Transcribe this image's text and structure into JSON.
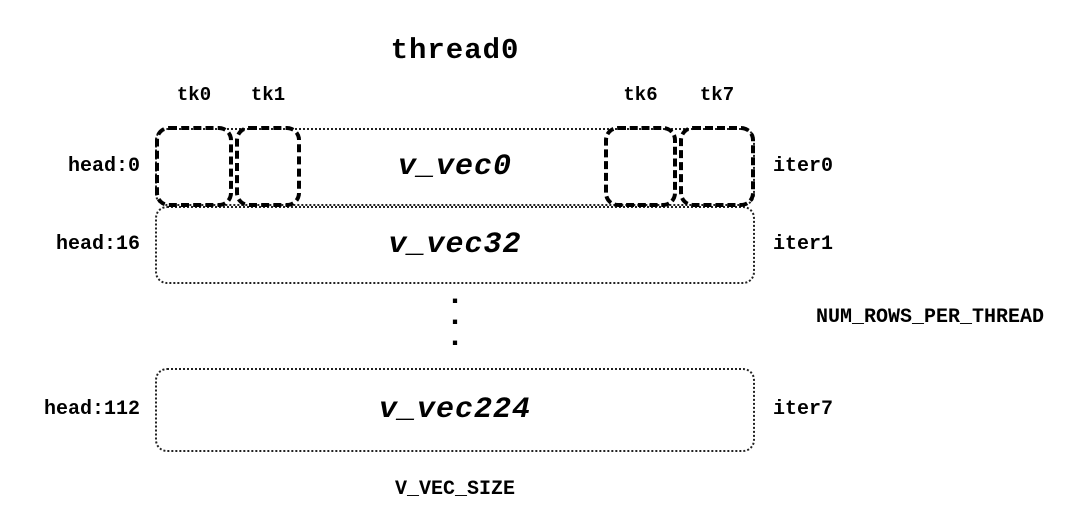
{
  "title": "thread0",
  "ticks": [
    "tk0",
    "tk1",
    "tk6",
    "tk7"
  ],
  "rows": [
    {
      "head": "head:0",
      "vec": "v_vec0",
      "iter": "iter0"
    },
    {
      "head": "head:16",
      "vec": "v_vec32",
      "iter": "iter1"
    },
    {
      "head": "head:112",
      "vec": "v_vec224",
      "iter": "iter7"
    }
  ],
  "ellipsis": ".\n.\n.",
  "right_label": "NUM_ROWS_PER_THREAD",
  "bottom_label": "V_VEC_SIZE",
  "colors": {
    "ink": "#000000",
    "background": "#ffffff"
  }
}
